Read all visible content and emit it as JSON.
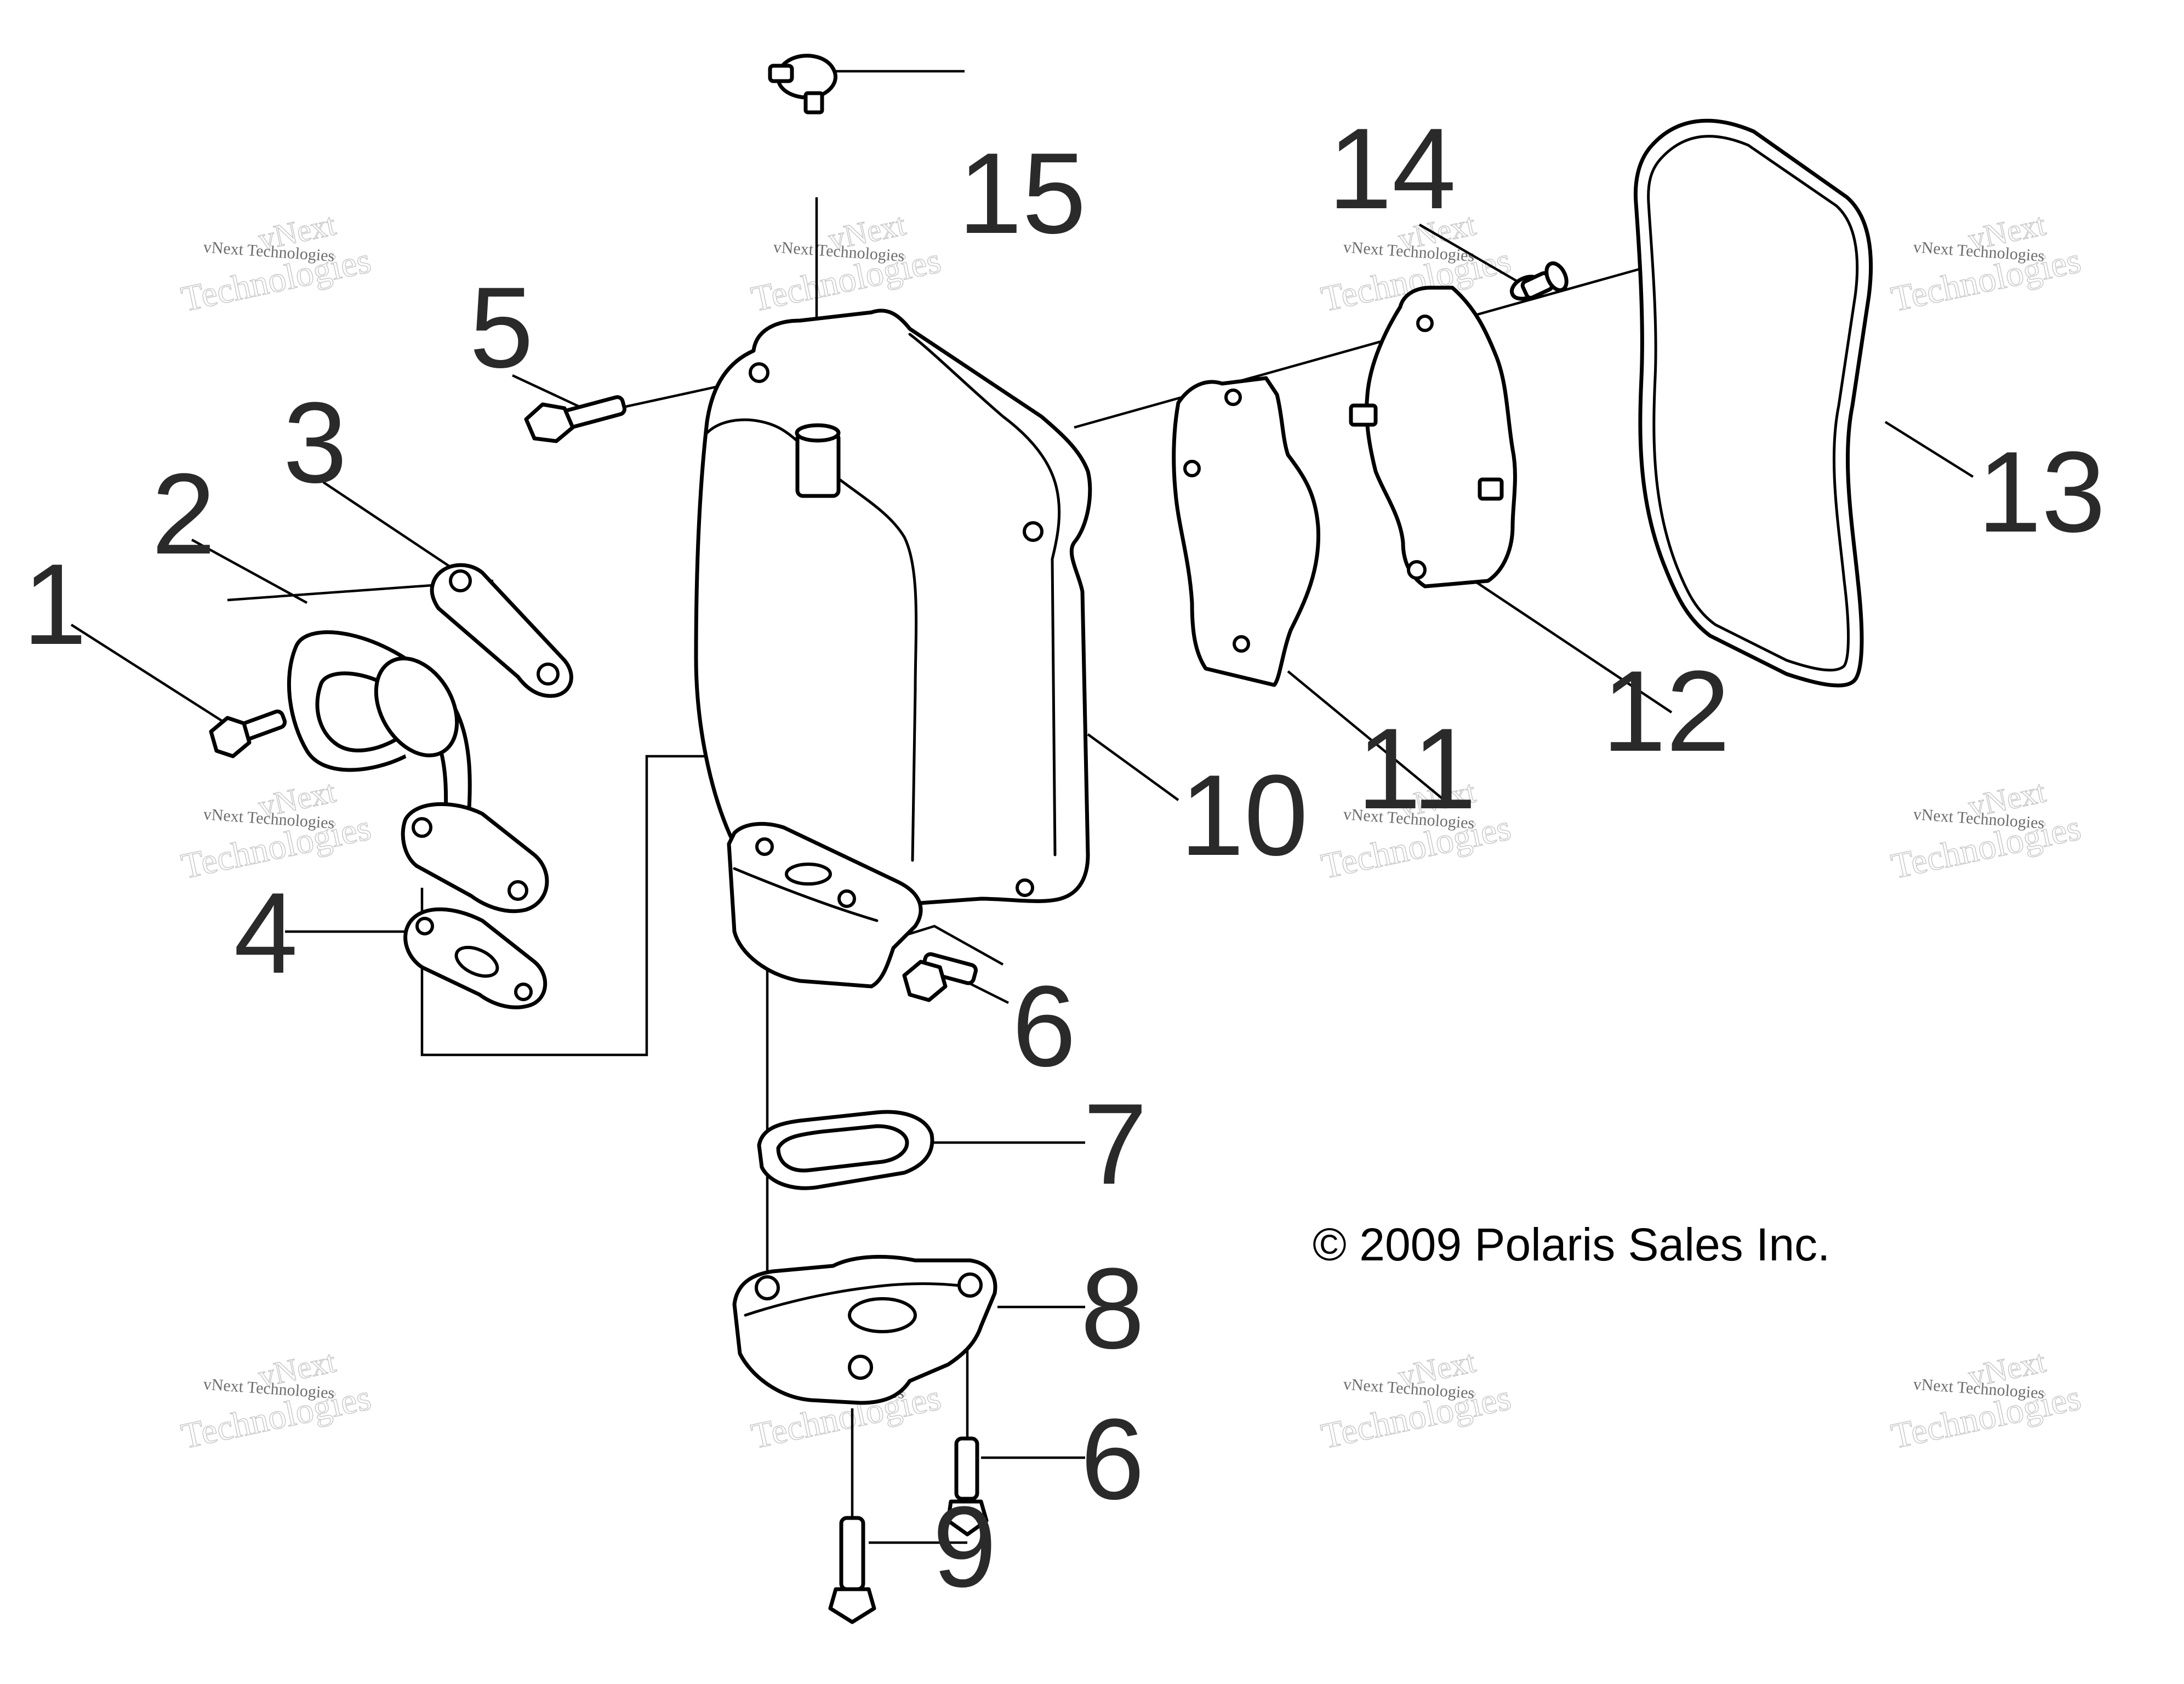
{
  "diagram": {
    "callouts": [
      "1",
      "2",
      "3",
      "4",
      "5",
      "6",
      "6",
      "7",
      "8",
      "9",
      "10",
      "11",
      "12",
      "13",
      "14",
      "15"
    ],
    "copyright": "© 2009 Polaris Sales Inc.",
    "watermark": {
      "line1": "vNext",
      "line2": "Technologies",
      "small": "vNext Technologies"
    }
  }
}
